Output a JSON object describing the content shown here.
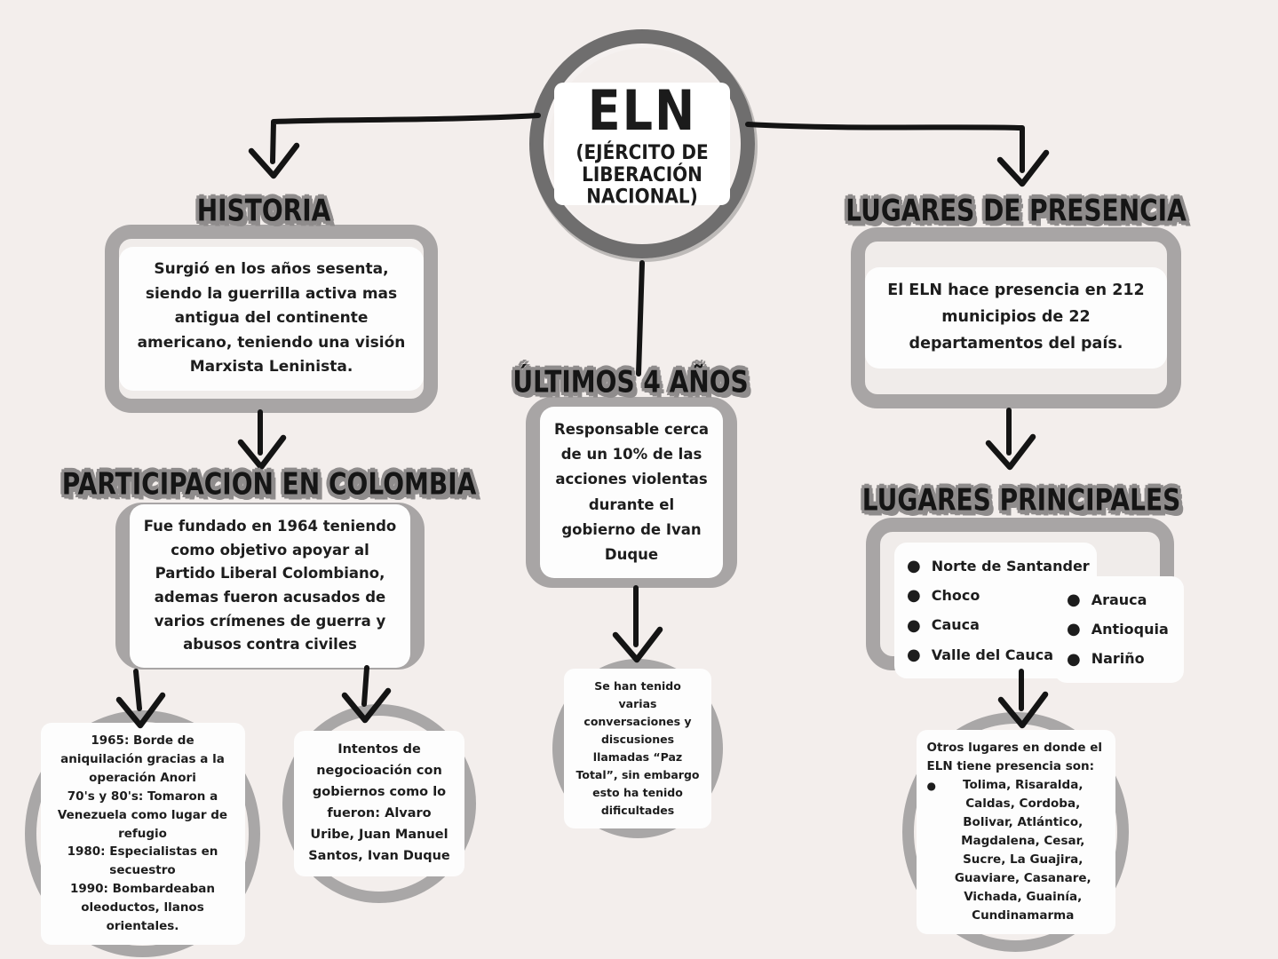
{
  "root": {
    "title": "ELN",
    "subtitle": "(EJÉRCITO DE LIBERACIÓN NACIONAL)"
  },
  "historia": {
    "heading": "HISTORIA",
    "body": "Surgió en los años sesenta, siendo la guerrilla activa mas antigua del continente americano, teniendo una visión Marxista Leninista."
  },
  "participacion": {
    "heading": "PARTICIPACION EN COLOMBIA",
    "body": "Fue fundado en 1964 teniendo como objetivo apoyar al Partido Liberal Colombiano, ademas fueron acusados de varios crímenes de guerra y abusos contra civiles"
  },
  "ultimos": {
    "heading": "ÚLTIMOS 4 AÑOS",
    "body": "Responsable cerca de un 10% de las acciones violentas durante el gobierno de Ivan Duque"
  },
  "presencia": {
    "heading": "LUGARES DE PRESENCIA",
    "body": "El ELN hace presencia en 212 municipios de 22 departamentos del país."
  },
  "principales": {
    "heading": "LUGARES PRINCIPALES",
    "left_items": [
      "Norte de Santander",
      "Choco",
      "Cauca",
      "Valle del Cauca"
    ],
    "right_items": [
      "Arauca",
      "Antioquia",
      "Nariño"
    ]
  },
  "timeline_circle": {
    "items": [
      "1965: Borde de aniquilación gracias a la operación Anori",
      "70's y 80's: Tomaron a Venezuela como lugar de refugio",
      "1980: Especialistas en secuestro",
      "1990: Bombardeaban oleoductos, llanos orientales."
    ]
  },
  "negociacion_circle": {
    "body": "Intentos de negocioación con gobiernos como lo fueron: Alvaro Uribe, Juan Manuel Santos, Ivan Duque"
  },
  "paz_circle": {
    "body": "Se han tenido varias conversaciones y discusiones llamadas “Paz Total”, sin embargo esto ha tenido dificultades"
  },
  "otros_circle": {
    "intro": "Otros lugares en donde el ELN tiene presencia son:",
    "item": "Tolima, Risaralda, Caldas, Cordoba, Bolivar, Atlántico, Magdalena, Cesar, Sucre, La Guajira, Guaviare, Casanare, Vichada, Guainía, Cundinamarma"
  },
  "colors": {
    "background": "#f3eeec",
    "box_border": "#a8a5a5",
    "circle_border": "#a9a7a7",
    "root_ring": "#6f6e6e",
    "heading_outline": "#8f8c8c",
    "ink": "#151515",
    "panel_white": "#fdfdfd"
  }
}
